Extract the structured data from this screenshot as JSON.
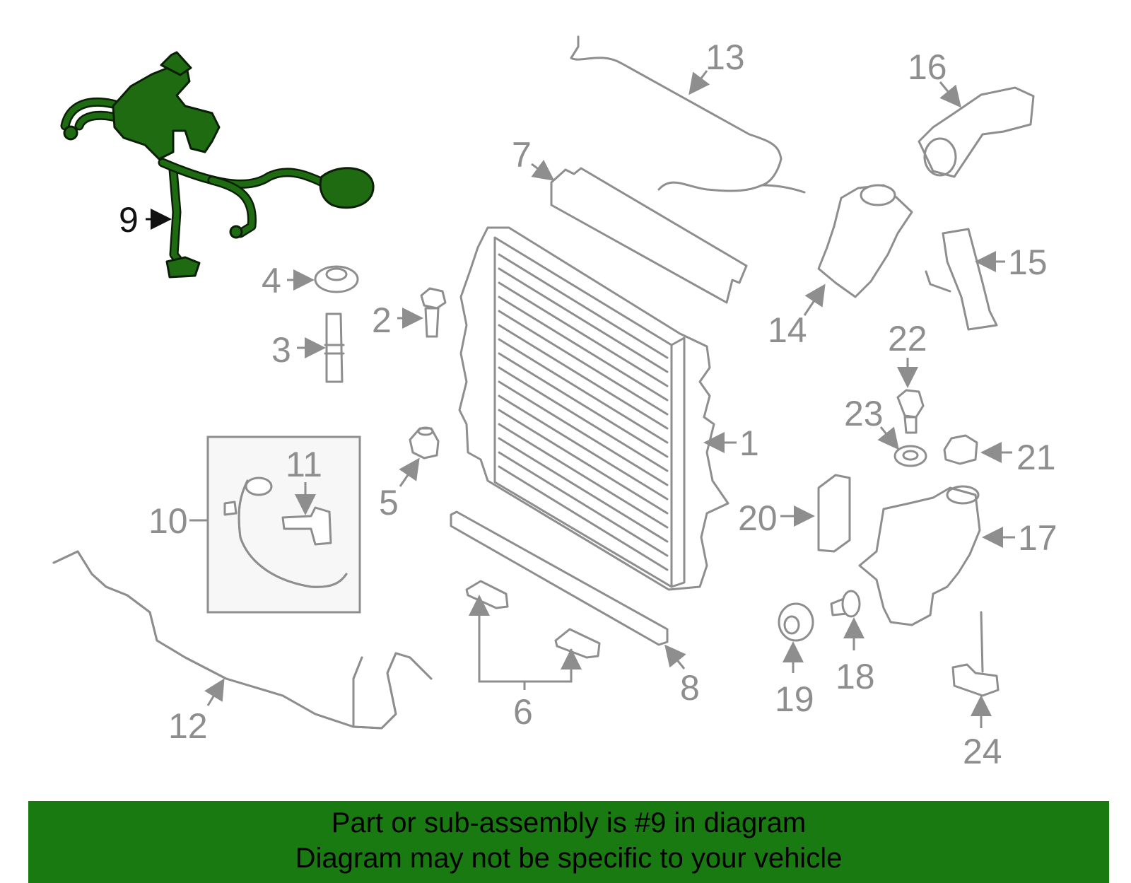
{
  "colors": {
    "highlight_part": "#1f6b12",
    "banner_background": "#1a7a12",
    "line_art": "#8e8e8e",
    "highlight_label": "#111111"
  },
  "diagram": {
    "highlighted_callout": "9",
    "callouts": {
      "c1": "1",
      "c2": "2",
      "c3": "3",
      "c4": "4",
      "c5": "5",
      "c6": "6",
      "c7": "7",
      "c8": "8",
      "c9": "9",
      "c10": "10",
      "c11": "11",
      "c12": "12",
      "c13": "13",
      "c14": "14",
      "c15": "15",
      "c16": "16",
      "c17": "17",
      "c18": "18",
      "c19": "19",
      "c20": "20",
      "c21": "21",
      "c22": "22",
      "c23": "23",
      "c24": "24"
    }
  },
  "banner": {
    "line1": "Part or sub-assembly is #9 in diagram",
    "line2": "Diagram may not be specific to your vehicle"
  }
}
